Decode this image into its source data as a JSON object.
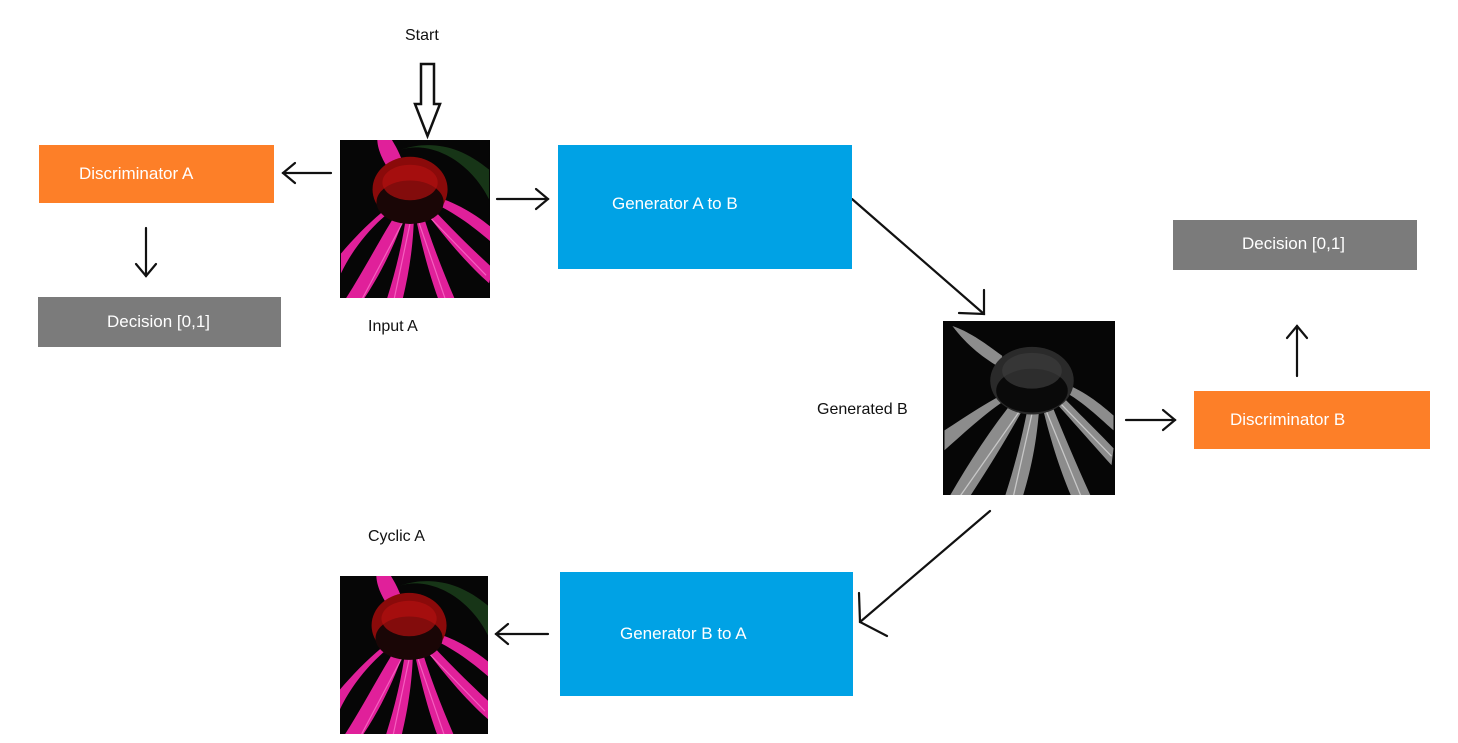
{
  "labels": {
    "start": "Start",
    "input_a": "Input A",
    "generated_b": "Generated B",
    "cyclic_a": "Cyclic A"
  },
  "boxes": {
    "discriminator_a": "Discriminator A",
    "decision_a": "Decision [0,1]",
    "generator_a_to_b": "Generator A to B",
    "decision_b": "Decision [0,1]",
    "discriminator_b": "Discriminator B",
    "generator_b_to_a": "Generator B to A"
  },
  "colors": {
    "discriminator": "#fd7f28",
    "decision": "#7b7b7b",
    "generator": "#00a2e5",
    "flower_petal": "#e0209a",
    "flower_center": "#8a0a0a"
  },
  "images": {
    "input_a": "pink-coneflower-photo",
    "generated_b": "grayscale-coneflower-photo",
    "cyclic_a": "pink-coneflower-photo"
  }
}
